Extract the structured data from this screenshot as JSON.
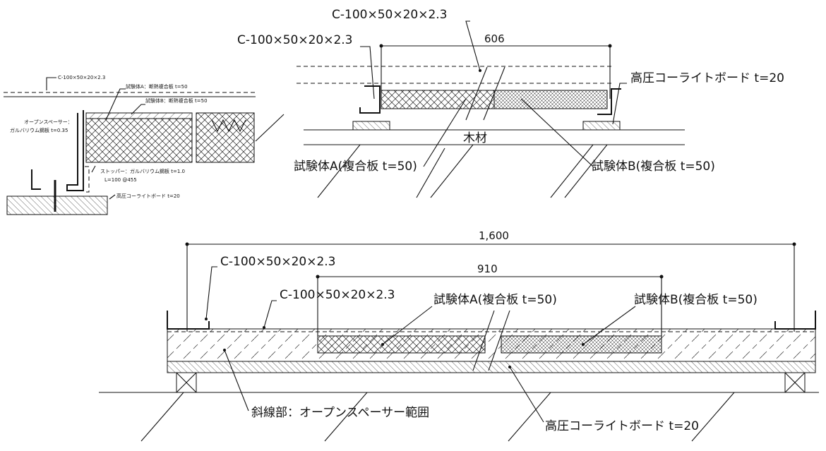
{
  "detail": {
    "channel": "C-100×50×20×2.3",
    "specimen_a": "試験体A：断熱複合板 t=50",
    "specimen_b": "試験体B：断熱複合板 t=50",
    "open_spacer_line1": "オープンスペーサー：",
    "open_spacer_line2": "ガルバリウム鋼板 t=0.35",
    "stopper_line1": "ストッパー：ガルバリウム鋼板 t=1.0",
    "stopper_line2": "L=100 @455",
    "board": "高圧コーライトボード t=20"
  },
  "section": {
    "channel_top": "C-100×50×20×2.3",
    "channel_left": "C-100×50×20×2.3",
    "dim_606": "606",
    "board": "高圧コーライトボード t=20",
    "wood": "木材",
    "specimen_a": "試験体A(複合板 t=50)",
    "specimen_b": "試験体B(複合板 t=50)"
  },
  "plan": {
    "dim_1600": "1,600",
    "dim_910": "910",
    "channel_outer": "C-100×50×20×2.3",
    "channel_inner": "C-100×50×20×2.3",
    "specimen_a": "試験体A(複合板 t=50)",
    "specimen_b": "試験体B(複合板 t=50)",
    "hatched_note": "斜線部：オープンスペーサー範囲",
    "board": "高圧コーライトボード t=20"
  }
}
